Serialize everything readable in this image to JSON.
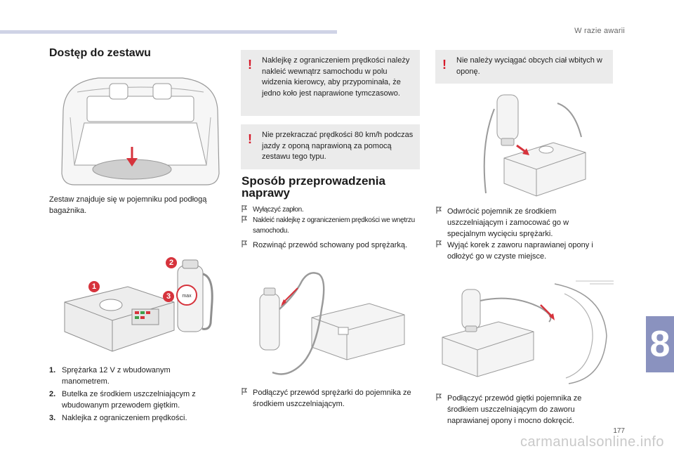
{
  "header": {
    "section_title": "W razie awarii"
  },
  "chapter_number": "8",
  "page_number": "177",
  "watermark": "carmanualsonline.info",
  "left": {
    "title": "Dostęp do zestawu",
    "caption": "Zestaw znajduje się w pojemniku pod podłogą bagażnika.",
    "callouts": [
      "1",
      "2",
      "3"
    ],
    "numbered_items": [
      {
        "num": "1.",
        "text": "Sprężarka 12 V z wbudowanym manometrem."
      },
      {
        "num": "2.",
        "text": "Butelka ze środkiem uszczelniającym z wbudowanym przewodem giętkim."
      },
      {
        "num": "3.",
        "text": "Naklejka z ograniczeniem prędkości."
      }
    ]
  },
  "middle": {
    "warning1": "Naklejkę z ograniczeniem prędkości należy nakleić wewnątrz samochodu w polu widzenia kierowcy, aby przypominała, że jedno koło jest naprawione tymczasowo.",
    "warning2": "Nie przekraczać prędkości 80 km/h podczas jazdy z oponą naprawioną za pomocą zestawu tego typu.",
    "title": "Sposób przeprowadzenia naprawy",
    "bullets": [
      "Wyłączyć zapłon.",
      "Nakleić naklejkę z ograniczeniem prędkości we wnętrzu samochodu.",
      "Rozwinąć przewód schowany pod sprężarką."
    ],
    "bottom_bullet": "Podłączyć przewód sprężarki do pojemnika ze środkiem uszczelniającym."
  },
  "right": {
    "warning": "Nie należy wyciągać obcych ciał wbitych w oponę.",
    "bullets": [
      "Odwrócić pojemnik ze środkiem uszczelniającym i zamocować go w specjalnym wycięciu sprężarki.",
      "Wyjąć korek z zaworu naprawianej opony i odłożyć go w czyste miejsce."
    ],
    "bottom_bullet": "Podłączyć przewód giętki pojemnika ze środkiem uszczelniającym do zaworu naprawianej opony i mocno dokręcić."
  },
  "colors": {
    "warning_icon": "#d61a2a",
    "warning_bg": "#ebebeb",
    "chapter_tab": "#8a92bf",
    "top_bar": "#cfd3e6",
    "callout": "#d6333c"
  }
}
